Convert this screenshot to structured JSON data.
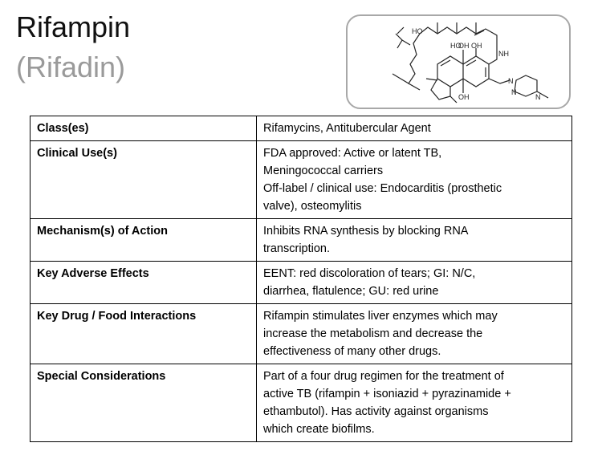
{
  "header": {
    "title": "Rifampin",
    "subtitle": "(Rifadin)"
  },
  "structure": {
    "labels": {
      "ho_top": "HO",
      "ho_mid": "HO",
      "oh1": "OH",
      "oh2": "OH",
      "oh3": "OH",
      "nh": "NH",
      "n1": "N",
      "n2": "N",
      "n3": "N"
    }
  },
  "table": {
    "rows": [
      {
        "label": "Class(es)",
        "lines": [
          "Rifamycins, Antitubercular Agent"
        ]
      },
      {
        "label": "Clinical Use(s)",
        "lines": [
          "FDA approved: Active or latent TB,",
          "Meningococcal carriers",
          "Off-label / clinical use: Endocarditis (prosthetic",
          "valve), osteomylitis"
        ]
      },
      {
        "label": "Mechanism(s) of Action",
        "lines": [
          "Inhibits RNA synthesis by blocking RNA",
          "transcription."
        ]
      },
      {
        "label": "Key Adverse Effects",
        "lines": [
          "EENT: red discoloration of tears; GI: N/C,",
          "diarrhea, flatulence; GU: red urine"
        ]
      },
      {
        "label": "Key Drug / Food Interactions",
        "lines": [
          "Rifampin stimulates liver enzymes which may",
          "increase the metabolism and decrease the",
          "effectiveness of many other drugs."
        ]
      },
      {
        "label": "Special Considerations",
        "lines": [
          "Part of a four drug regimen for the treatment of",
          "active TB (rifampin + isoniazid + pyrazinamide +",
          "ethambutol). Has activity against organisms",
          "which create biofilms."
        ]
      }
    ]
  }
}
